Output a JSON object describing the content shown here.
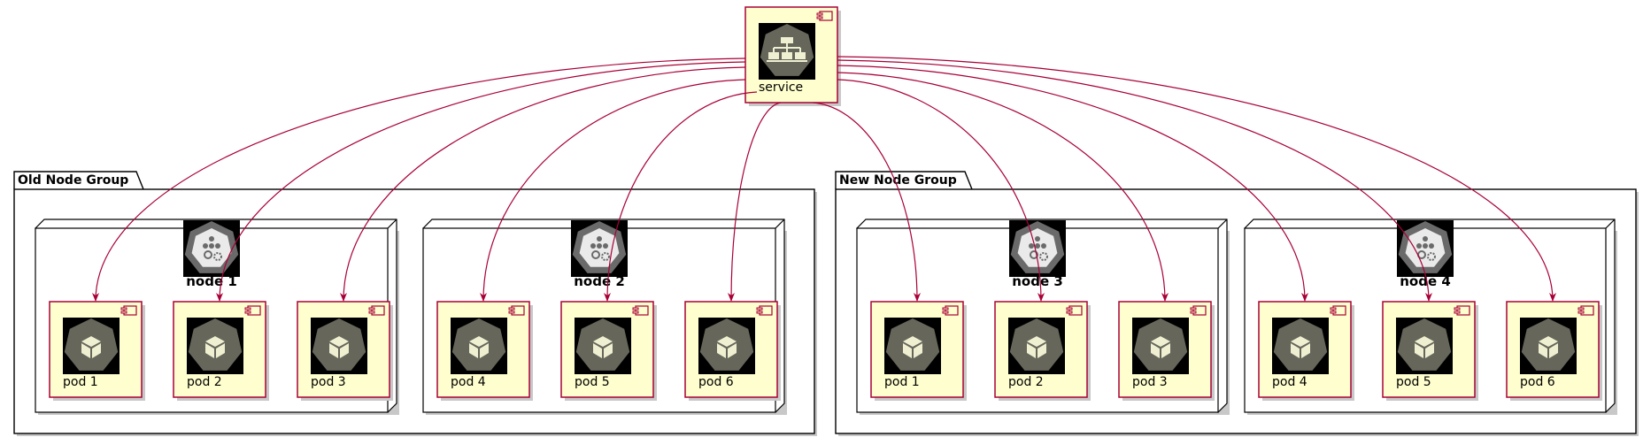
{
  "colors": {
    "component_fill": "#FEFECE",
    "component_border": "#A80036",
    "arrow": "#A80036",
    "icon_bg": "#000000",
    "icon_hex": "#66665A",
    "icon_fg": "#EFEFD2",
    "node_icon_hex": "#6A6A6A",
    "node_icon_fg": "#EAEAEA",
    "outline": "#000000",
    "shadow": "#C8C8C8"
  },
  "service": {
    "label": "service",
    "icon": "service-hierarchy-icon"
  },
  "groups": [
    {
      "label": "Old Node Group",
      "nodes": [
        {
          "label": "node 1",
          "icon": "kubernetes-node-icon",
          "pods": [
            {
              "label": "pod 1",
              "icon": "pod-cube-icon"
            },
            {
              "label": "pod 2",
              "icon": "pod-cube-icon"
            },
            {
              "label": "pod 3",
              "icon": "pod-cube-icon"
            }
          ]
        },
        {
          "label": "node 2",
          "icon": "kubernetes-node-icon",
          "pods": [
            {
              "label": "pod 4",
              "icon": "pod-cube-icon"
            },
            {
              "label": "pod 5",
              "icon": "pod-cube-icon"
            },
            {
              "label": "pod 6",
              "icon": "pod-cube-icon"
            }
          ]
        }
      ]
    },
    {
      "label": "New Node Group",
      "nodes": [
        {
          "label": "node 3",
          "icon": "kubernetes-node-icon",
          "pods": [
            {
              "label": "pod 1",
              "icon": "pod-cube-icon"
            },
            {
              "label": "pod 2",
              "icon": "pod-cube-icon"
            },
            {
              "label": "pod 3",
              "icon": "pod-cube-icon"
            }
          ]
        },
        {
          "label": "node 4",
          "icon": "kubernetes-node-icon",
          "pods": [
            {
              "label": "pod 4",
              "icon": "pod-cube-icon"
            },
            {
              "label": "pod 5",
              "icon": "pod-cube-icon"
            },
            {
              "label": "pod 6",
              "icon": "pod-cube-icon"
            }
          ]
        }
      ]
    }
  ]
}
